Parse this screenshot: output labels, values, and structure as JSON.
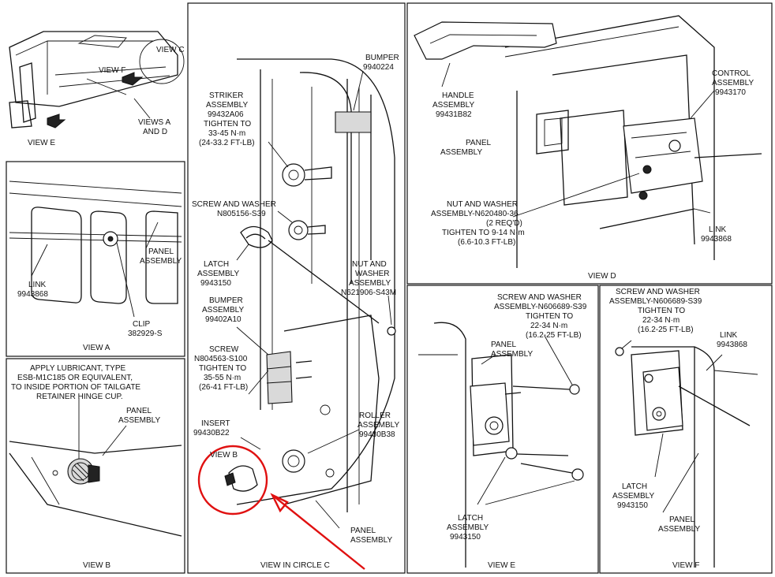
{
  "views": {
    "top_left": {
      "view_c_label": "VIEW C",
      "view_f_label": "VIEW F",
      "views_a_d_line1": "VIEWS A",
      "views_a_d_line2": "AND D",
      "view_e_label": "VIEW E"
    },
    "view_a": {
      "title": "VIEW A",
      "panel_line1": "PANEL",
      "panel_line2": "ASSEMBLY",
      "link_line1": "LINK",
      "link_line2": "9943868",
      "clip_line1": "CLIP",
      "clip_line2": "382929-S"
    },
    "view_b": {
      "title": "VIEW B",
      "note_line1": "APPLY LUBRICANT, TYPE",
      "note_line2": "ESB-M1C185 OR EQUIVALENT,",
      "note_line3": "TO INSIDE PORTION OF TAILGATE",
      "note_line4": "RETAINER HINGE CUP.",
      "panel_line1": "PANEL",
      "panel_line2": "ASSEMBLY"
    },
    "view_c": {
      "title": "VIEW IN CIRCLE C",
      "bumper_top_line1": "BUMPER",
      "bumper_top_line2": "9940224",
      "striker_line1": "STRIKER",
      "striker_line2": "ASSEMBLY",
      "striker_line3": "99432A06",
      "striker_line4": "TIGHTEN TO",
      "striker_line5": "33-45 N·m",
      "striker_line6": "(24-33.2 FT-LB)",
      "screw_washer_line1": "SCREW AND WASHER",
      "screw_washer_line2": "N805156-S39",
      "latch_line1": "LATCH",
      "latch_line2": "ASSEMBLY",
      "latch_line3": "9943150",
      "nut_line1": "NUT AND",
      "nut_line2": "WASHER",
      "nut_line3": "ASSEMBLY",
      "nut_line4": "N621906-S43M",
      "bumper_mid_line1": "BUMPER",
      "bumper_mid_line2": "ASSEMBLY",
      "bumper_mid_line3": "99402A10",
      "screw_line1": "SCREW",
      "screw_line2": "N804563-S100",
      "screw_line3": "TIGHTEN TO",
      "screw_line4": "35-55 N·m",
      "screw_line5": "(26-41 FT-LB)",
      "insert_line1": "INSERT",
      "insert_line2": "99430B22",
      "roller_line1": "ROLLER",
      "roller_line2": "ASSEMBLY",
      "roller_line3": "99430B38",
      "view_b_callout": "VIEW B",
      "panel_line1": "PANEL",
      "panel_line2": "ASSEMBLY"
    },
    "view_d": {
      "title": "VIEW D",
      "handle_line1": "HANDLE",
      "handle_line2": "ASSEMBLY",
      "handle_line3": "99431B82",
      "control_line1": "CONTROL",
      "control_line2": "ASSEMBLY",
      "control_line3": "9943170",
      "panel_line1": "PANEL",
      "panel_line2": "ASSEMBLY",
      "nut_line1": "NUT AND WASHER",
      "nut_line2": "ASSEMBLY-N620480-36",
      "nut_line3": "(2 REQ'D)",
      "nut_line4": "TIGHTEN TO 9-14 N·m",
      "nut_line5": "(6.6-10.3 FT-LB)",
      "link_line1": "LINK",
      "link_line2": "9943868"
    },
    "view_e": {
      "title": "VIEW E",
      "screw_line1": "SCREW AND WASHER",
      "screw_line2": "ASSEMBLY-N606689-S39",
      "screw_line3": "TIGHTEN TO",
      "screw_line4": "22-34 N·m",
      "screw_line5": "(16.2-25 FT-LB)",
      "panel_line1": "PANEL",
      "panel_line2": "ASSEMBLY",
      "latch_line1": "LATCH",
      "latch_line2": "ASSEMBLY",
      "latch_line3": "9943150"
    },
    "view_f": {
      "title": "VIEW F",
      "screw_line1": "SCREW AND WASHER",
      "screw_line2": "ASSEMBLY-N606689-S39",
      "screw_line3": "TIGHTEN TO",
      "screw_line4": "22-34 N·m",
      "screw_line5": "(16.2-25 FT-LB)",
      "link_line1": "LINK",
      "link_line2": "9943868",
      "latch_line1": "LATCH",
      "latch_line2": "ASSEMBLY",
      "latch_line3": "9943150",
      "panel_line1": "PANEL",
      "panel_line2": "ASSEMBLY"
    }
  },
  "colors": {
    "line": "#111111",
    "highlight": "#e01010",
    "background": "#ffffff"
  }
}
